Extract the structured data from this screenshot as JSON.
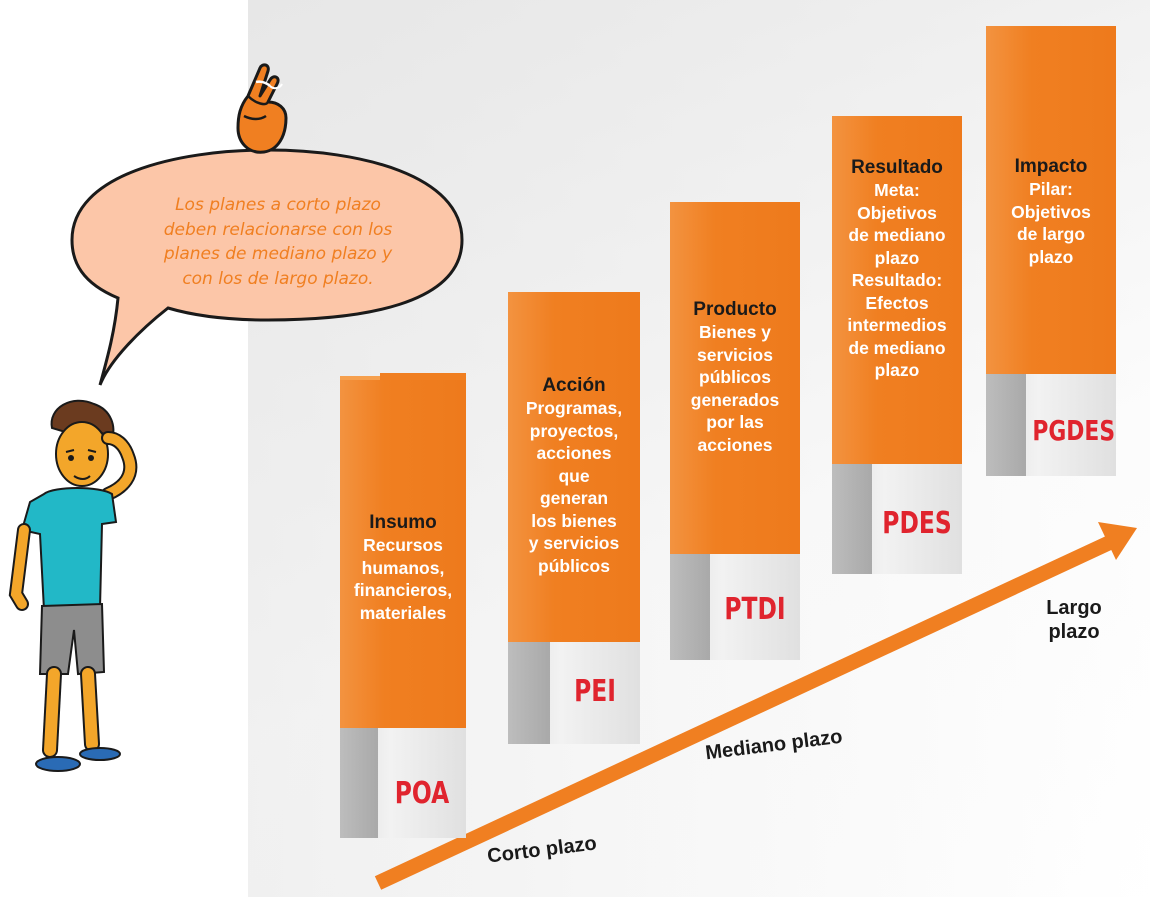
{
  "speech_bubble": {
    "text": "Los planes a corto plazo\ndeben relacionarse con los\nplanes de mediano plazo y\ncon los de largo plazo."
  },
  "pillars": [
    {
      "heading": "Insumo",
      "body": "Recursos\nhumanos,\nfinancieros,\nmateriales",
      "plan": "POA"
    },
    {
      "heading": "Acción",
      "body": "Programas,\nproyectos,\nacciones\nque\ngeneran\nlos bienes\ny servicios\npúblicos",
      "plan": "PEI"
    },
    {
      "heading": "Producto",
      "body": "Bienes y\nservicios\npúblicos\ngenerados\npor las\nacciones",
      "plan": "PTDI"
    },
    {
      "heading": "Resultado",
      "body": "Meta:\nObjetivos\nde mediano\nplazo\nResultado:\nEfectos\nintermedios\nde mediano\nplazo",
      "plan": "PDES"
    },
    {
      "heading": "Impacto",
      "body": "Pilar:\nObjetivos\nde largo\nplazo",
      "plan": "PGDES"
    }
  ],
  "arrow": {
    "labels": {
      "short": "Corto plazo",
      "medium": "Mediano plazo",
      "long": "Largo\nplazo"
    },
    "color": "#f07f21"
  },
  "colors": {
    "pillar": "#f07f21",
    "plan_label": "#e0242e",
    "base": "#d9d9d9"
  },
  "icons": [
    "crossed-fingers-icon",
    "thinking-boy-illustration"
  ]
}
